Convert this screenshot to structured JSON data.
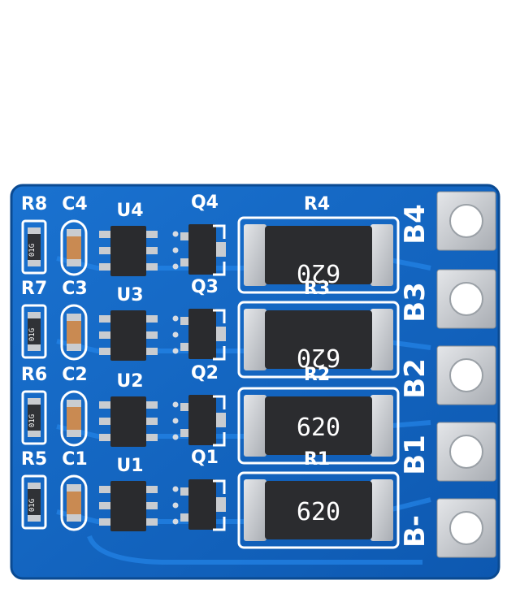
{
  "board": {
    "colors": {
      "pcb": "#1267c4",
      "pcb_dark": "#0a4c9a",
      "trace": "#1e7fe0",
      "pad": "#c9ccd0",
      "chip": "#2a2b2e",
      "silk": "#ffffff"
    },
    "rows": [
      {
        "r_small": "R8",
        "cap": "C4",
        "ic": "U4",
        "mosfet": "Q4",
        "resistor": "R4",
        "resistor_marking": "620",
        "pad": "B4",
        "small_marking": "01G"
      },
      {
        "r_small": "R7",
        "cap": "C3",
        "ic": "U3",
        "mosfet": "Q3",
        "resistor": "R3",
        "resistor_marking": "620",
        "pad": "B3",
        "small_marking": "01G"
      },
      {
        "r_small": "R6",
        "cap": "C2",
        "ic": "U2",
        "mosfet": "Q2",
        "resistor": "R2",
        "resistor_marking": "620",
        "pad": "B2",
        "small_marking": "01G"
      },
      {
        "r_small": "R5",
        "cap": "C1",
        "ic": "U1",
        "mosfet": "Q1",
        "resistor": "R1",
        "resistor_marking": "620",
        "pad": "B1",
        "small_marking": "01G"
      }
    ],
    "ground_pad": "B-"
  }
}
